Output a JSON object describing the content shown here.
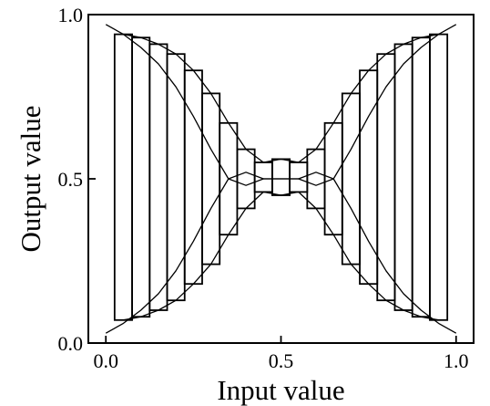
{
  "chart_data": {
    "type": "line",
    "title": "",
    "xlabel": "Input value",
    "ylabel": "Output value",
    "xlim": [
      -0.05,
      1.05
    ],
    "ylim": [
      0.0,
      1.0
    ],
    "grid": false,
    "legend": "none",
    "x_ticks": [
      {
        "value": 0.0,
        "label": "0.0"
      },
      {
        "value": 0.5,
        "label": "0.5"
      },
      {
        "value": 1.0,
        "label": "1.0"
      }
    ],
    "y_ticks": [
      {
        "value": 0.0,
        "label": "0.0"
      },
      {
        "value": 0.5,
        "label": "0.5"
      },
      {
        "value": 1.0,
        "label": "1.0"
      }
    ],
    "bar_width": 0.05,
    "bars": [
      {
        "x": 0.05,
        "low": 0.07,
        "high": 0.94
      },
      {
        "x": 0.1,
        "low": 0.08,
        "high": 0.93
      },
      {
        "x": 0.15,
        "low": 0.1,
        "high": 0.91
      },
      {
        "x": 0.2,
        "low": 0.13,
        "high": 0.88
      },
      {
        "x": 0.25,
        "low": 0.18,
        "high": 0.83
      },
      {
        "x": 0.3,
        "low": 0.24,
        "high": 0.76
      },
      {
        "x": 0.35,
        "low": 0.33,
        "high": 0.67
      },
      {
        "x": 0.4,
        "low": 0.41,
        "high": 0.59
      },
      {
        "x": 0.45,
        "low": 0.46,
        "high": 0.55
      },
      {
        "x": 0.5,
        "low": 0.45,
        "high": 0.56
      },
      {
        "x": 0.55,
        "low": 0.46,
        "high": 0.55
      },
      {
        "x": 0.6,
        "low": 0.41,
        "high": 0.59
      },
      {
        "x": 0.65,
        "low": 0.33,
        "high": 0.67
      },
      {
        "x": 0.7,
        "low": 0.24,
        "high": 0.76
      },
      {
        "x": 0.75,
        "low": 0.18,
        "high": 0.83
      },
      {
        "x": 0.8,
        "low": 0.13,
        "high": 0.88
      },
      {
        "x": 0.85,
        "low": 0.1,
        "high": 0.91
      },
      {
        "x": 0.9,
        "low": 0.08,
        "high": 0.93
      },
      {
        "x": 0.95,
        "low": 0.07,
        "high": 0.94
      }
    ],
    "series": [
      {
        "x": [
          0.05,
          0.1,
          0.15,
          0.2,
          0.25,
          0.3,
          0.35,
          0.4,
          0.45,
          0.5,
          0.55,
          0.6,
          0.65,
          0.7,
          0.75,
          0.8,
          0.85,
          0.9,
          0.95
        ],
        "values": [
          0.94,
          0.93,
          0.91,
          0.88,
          0.83,
          0.76,
          0.67,
          0.59,
          0.55,
          0.56,
          0.55,
          0.59,
          0.67,
          0.76,
          0.83,
          0.88,
          0.91,
          0.93,
          0.94
        ]
      },
      {
        "x": [
          0.05,
          0.1,
          0.15,
          0.2,
          0.25,
          0.3,
          0.35,
          0.4,
          0.45,
          0.5,
          0.55,
          0.6,
          0.65,
          0.7,
          0.75,
          0.8,
          0.85,
          0.9,
          0.95
        ],
        "values": [
          0.07,
          0.08,
          0.1,
          0.13,
          0.18,
          0.24,
          0.33,
          0.41,
          0.46,
          0.45,
          0.46,
          0.41,
          0.33,
          0.24,
          0.18,
          0.13,
          0.1,
          0.08,
          0.07
        ]
      },
      {
        "x": [
          0.0,
          0.05,
          0.1,
          0.15,
          0.2,
          0.25,
          0.3,
          0.35,
          0.4,
          0.45,
          0.5
        ],
        "values": [
          0.97,
          0.94,
          0.9,
          0.85,
          0.78,
          0.69,
          0.59,
          0.5,
          0.48,
          0.5,
          0.5
        ]
      },
      {
        "x": [
          0.0,
          0.05,
          0.1,
          0.15,
          0.2,
          0.25,
          0.3,
          0.35,
          0.4,
          0.45,
          0.5
        ],
        "values": [
          0.03,
          0.06,
          0.1,
          0.15,
          0.22,
          0.31,
          0.41,
          0.5,
          0.52,
          0.5,
          0.5
        ]
      },
      {
        "x": [
          0.5,
          0.55,
          0.6,
          0.65,
          0.7,
          0.75,
          0.8,
          0.85,
          0.9,
          0.95,
          1.0
        ],
        "values": [
          0.5,
          0.5,
          0.48,
          0.5,
          0.59,
          0.69,
          0.78,
          0.85,
          0.9,
          0.94,
          0.97
        ]
      },
      {
        "x": [
          0.5,
          0.55,
          0.6,
          0.65,
          0.7,
          0.75,
          0.8,
          0.85,
          0.9,
          0.95,
          1.0
        ],
        "values": [
          0.5,
          0.5,
          0.52,
          0.5,
          0.41,
          0.31,
          0.22,
          0.15,
          0.1,
          0.06,
          0.03
        ]
      }
    ]
  }
}
